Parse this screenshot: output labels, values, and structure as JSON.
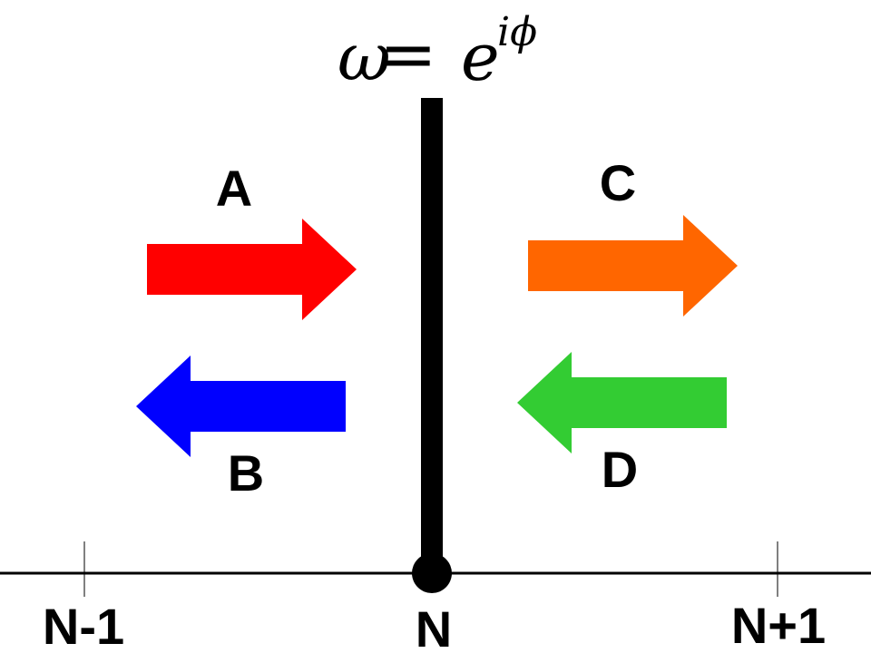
{
  "formula": {
    "lhs": "ω",
    "eq": "=",
    "base": "e",
    "exponent": "iϕ"
  },
  "waves": {
    "A": {
      "label": "A",
      "color": "#ff0000",
      "direction": "right"
    },
    "B": {
      "label": "B",
      "color": "#0000ff",
      "direction": "left"
    },
    "C": {
      "label": "C",
      "color": "#ff6600",
      "direction": "right"
    },
    "D": {
      "label": "D",
      "color": "#33cc33",
      "direction": "left"
    }
  },
  "sites": {
    "left": "N-1",
    "center": "N",
    "right": "N+1"
  },
  "colors": {
    "ink": "#000000",
    "background": "#ffffff"
  }
}
